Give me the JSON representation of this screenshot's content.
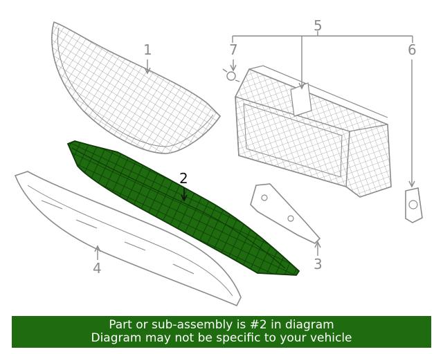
{
  "callouts": {
    "c1": "1",
    "c2": "2",
    "c3": "3",
    "c4": "4",
    "c5": "5",
    "c6": "6",
    "c7": "7"
  },
  "highlighted_part": "2",
  "colors": {
    "highlight_fill": "#1e6b10",
    "line_art": "#8a8a8a",
    "banner_bg": "#1e6b10",
    "banner_text": "#ffffff"
  },
  "banner": {
    "line1": "Part or sub-assembly is #2 in diagram",
    "line2": "Diagram may not be specific to your vehicle"
  }
}
